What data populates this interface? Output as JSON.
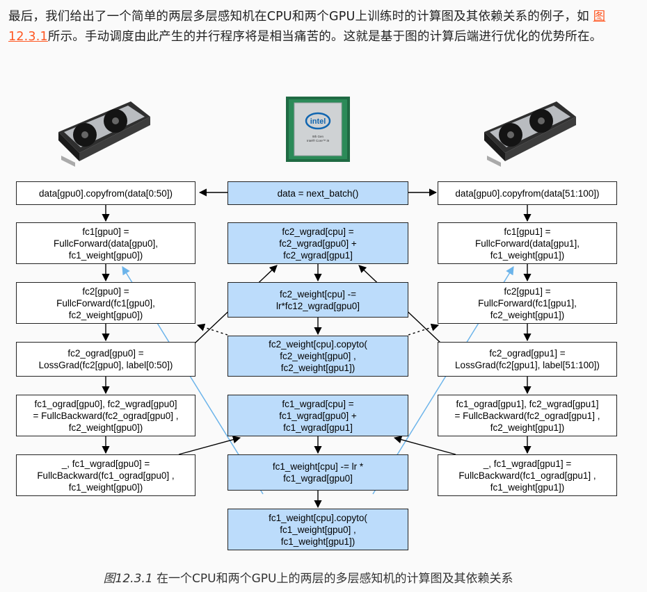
{
  "paragraph": {
    "before_link": "最后，我们给出了一个简单的两层多层感知机在CPU和两个GPU上训练时的计算图及其依赖关系的例子，如 ",
    "link": "图12.3.1",
    "after_link": "所示。手动调度由此产生的并行程序将是相当痛苦的。这就是基于图的计算后端进行优化的优势所在。"
  },
  "hardware": {
    "cpu_brand": "intel",
    "cpu_line1": "9th Gen",
    "cpu_line2": "Intel® Core™ i9",
    "gpu_icon": "graphics-card-icon",
    "cpu_icon": "intel-cpu-chip-icon"
  },
  "nodes": {
    "data": "data = next_batch()",
    "copy_gpu0": "data[gpu0].copyfrom(data[0:50])",
    "copy_gpu1": "data[gpu0].copyfrom(data[51:100])",
    "fc1_gpu0": "fc1[gpu0] =\nFullcForward(data[gpu0],\nfc1_weight[gpu0])",
    "fc1_gpu1": "fc1[gpu1] =\nFullcForward(data[gpu1],\nfc1_weight[gpu1])",
    "fc2_gpu0": "fc2[gpu0] =\nFullcForward(fc1[gpu0],\nfc2_weight[gpu0])",
    "fc2_gpu1": "fc2[gpu1] =\nFullcForward(fc1[gpu1],\nfc2_weight[gpu1])",
    "fc2_ograd_gpu0": "fc2_ograd[gpu0] =\nLossGrad(fc2[gpu0], label[0:50])",
    "fc2_ograd_gpu1": "fc2_ograd[gpu1] =\nLossGrad(fc2[gpu1], label[51:100])",
    "fc1_ograd_gpu0": "fc1_ograd[gpu0], fc2_wgrad[gpu0]\n= FullcBackward(fc2_ograd[gpu0] ,\nfc2_weight[gpu0])",
    "fc1_ograd_gpu1": "fc1_ograd[gpu1], fc2_wgrad[gpu1]\n= FullcBackward(fc2_ograd[gpu1] ,\nfc2_weight[gpu1])",
    "fc1_wgrad_gpu0": "_, fc1_wgrad[gpu0] =\nFullcBackward(fc1_ograd[gpu0] ,\nfc1_weight[gpu0])",
    "fc1_wgrad_gpu1": "_, fc1_wgrad[gpu1] =\nFullcBackward(fc1_ograd[gpu1] ,\nfc1_weight[gpu1])",
    "fc2_wgrad_cpu": "fc2_wgrad[cpu]  =\nfc2_wgrad[gpu0] +\nfc2_wgrad[gpu1]",
    "fc2_weight_update": "fc2_weight[cpu] -=\nlr*fc12_wgrad[gpu0]",
    "fc2_weight_copyto": "fc2_weight[cpu].copyto(\nfc2_weight[gpu0] ,\nfc2_weight[gpu1])",
    "fc1_wgrad_cpu": "fc1_wgrad[cpu]  =\nfc1_wgrad[gpu0] +\nfc1_wgrad[gpu1]",
    "fc1_weight_update": "fc1_weight[cpu] -= lr *\nfc1_wgrad[gpu0]",
    "fc1_weight_copyto": "fc1_weight[cpu].copyto(\nfc1_weight[gpu0] ,\nfc1_weight[gpu1])"
  },
  "colors": {
    "cpu_node": "#bcdcfb",
    "gpu_node": "#ffffff",
    "edge": "#000000",
    "weight_sync_edge": "#6cb4ea",
    "link": "#ff5722"
  },
  "caption": {
    "label": "图12.3.1",
    "text": "在一个CPU和两个GPU上的两层的多层感知机的计算图及其依赖关系"
  }
}
